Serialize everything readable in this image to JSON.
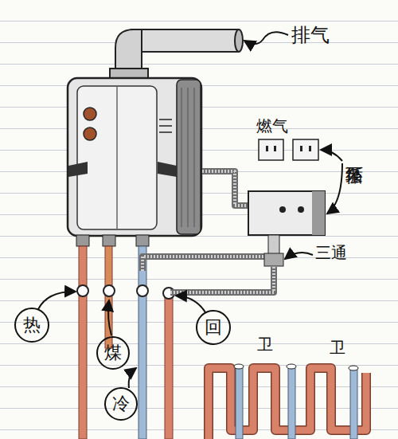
{
  "diagram": {
    "nodes": [
      {
        "text": [
          "热"
        ]
      },
      {
        "text": [
          "煤"
        ]
      },
      {
        "text": [
          "冷"
        ]
      },
      {
        "text": [
          "回"
        ]
      }
    ],
    "labels": [
      "排气",
      "燃气",
      "循环泵",
      "三通",
      "卫",
      "卫"
    ]
  }
}
